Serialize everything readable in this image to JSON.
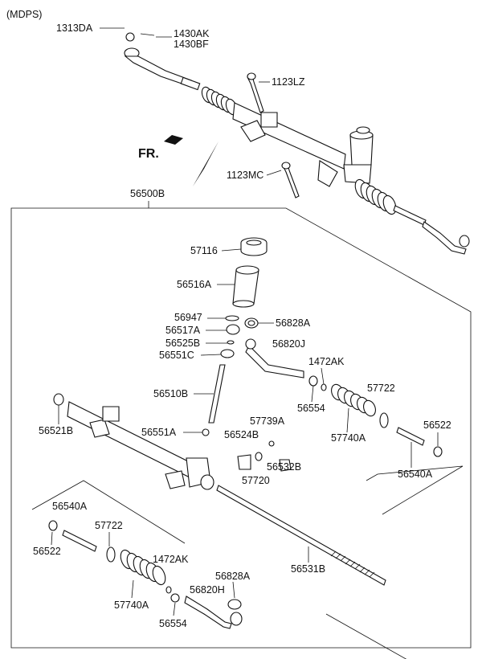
{
  "header_note": "(MDPS)",
  "direction_label": "FR.",
  "labels": {
    "p1313DA": "1313DA",
    "p1430AK": "1430AK",
    "p1430BF": "1430BF",
    "p1123LZ": "1123LZ",
    "p1123MC": "1123MC",
    "p56500B": "56500B",
    "p57116": "57116",
    "p56516A": "56516A",
    "p56947": "56947",
    "p56828A_top": "56828A",
    "p56517A": "56517A",
    "p56525B": "56525B",
    "p56551C": "56551C",
    "p56820J": "56820J",
    "p1472AK_right": "1472AK",
    "p56510B": "56510B",
    "p57722_right": "57722",
    "p56554_right": "56554",
    "p57740A_right": "57740A",
    "p56521B": "56521B",
    "p57739A": "57739A",
    "p56551A": "56551A",
    "p56524B": "56524B",
    "p56522_right": "56522",
    "p56532B": "56532B",
    "p57720": "57720",
    "p56540A_right": "56540A",
    "p56540A_left": "56540A",
    "p57722_left": "57722",
    "p56522_left": "56522",
    "p1472AK_left": "1472AK",
    "p56531B": "56531B",
    "p56828A_bottom": "56828A",
    "p57740A_left": "57740A",
    "p56820H": "56820H",
    "p56554_left": "56554"
  }
}
